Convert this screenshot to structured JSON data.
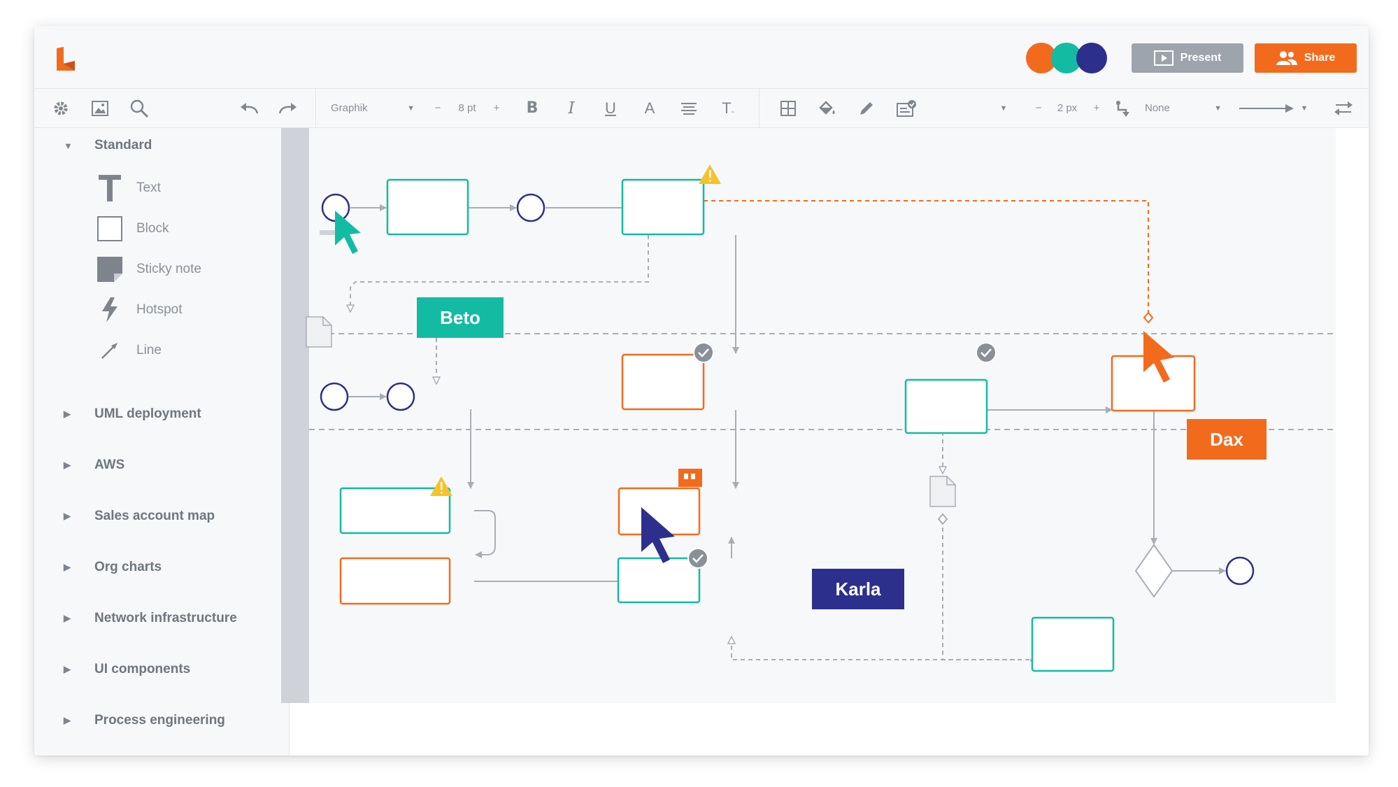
{
  "header": {
    "present_label": "Present",
    "share_label": "Share",
    "avatar_colors": [
      "#f26b1d",
      "#13bba2",
      "#2d2f8c"
    ]
  },
  "toolbar": {
    "font_family": "Graphik",
    "font_size": "8 pt",
    "line_width": "2 px",
    "line_style": "None",
    "minus": "−",
    "plus": "+",
    "bold": "B",
    "italic": "I",
    "underline": "U",
    "font_color": "A",
    "text_options": "T"
  },
  "sidebar": {
    "standard_label": "Standard",
    "shapes": [
      {
        "label": "Text",
        "icon": "text-icon"
      },
      {
        "label": "Block",
        "icon": "block-icon"
      },
      {
        "label": "Sticky note",
        "icon": "sticky-note-icon"
      },
      {
        "label": "Hotspot",
        "icon": "hotspot-icon"
      },
      {
        "label": "Line",
        "icon": "line-icon"
      }
    ],
    "libraries": [
      "UML deployment",
      "AWS",
      "Sales account map",
      "Org charts",
      "Network infrastructure",
      "UI components",
      "Process engineering"
    ]
  },
  "collaborators": [
    {
      "name": "Beto",
      "color": "#13bba2"
    },
    {
      "name": "Dax",
      "color": "#f26b1d"
    },
    {
      "name": "Karla",
      "color": "#2d2f8c"
    }
  ],
  "colors": {
    "teal": "#13bba2",
    "orange": "#f26b1d",
    "navy": "#2d2f8c",
    "gray_badge": "#8a9098",
    "warning": "#f5c22b"
  }
}
